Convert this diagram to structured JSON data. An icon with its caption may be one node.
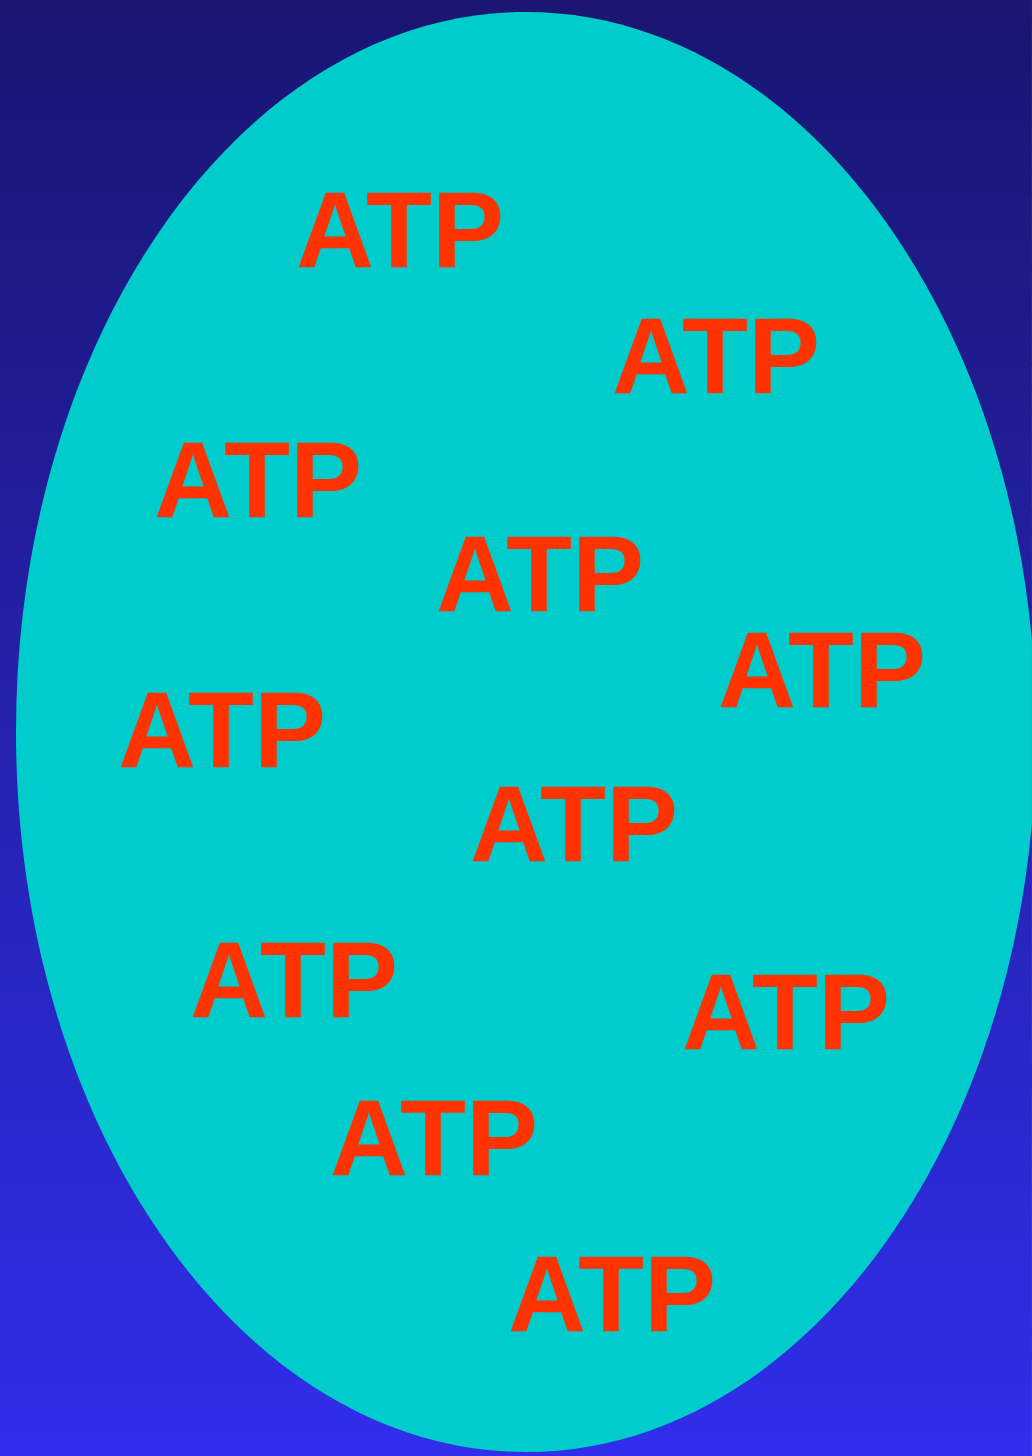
{
  "diagram": {
    "nodes": [
      {
        "text": [
          "ATP",
          "ATP",
          "ATP",
          "ATP",
          "ATP",
          "ATP",
          "ATP",
          "ATP",
          "ATP",
          "ATP",
          "ATP"
        ]
      }
    ]
  }
}
